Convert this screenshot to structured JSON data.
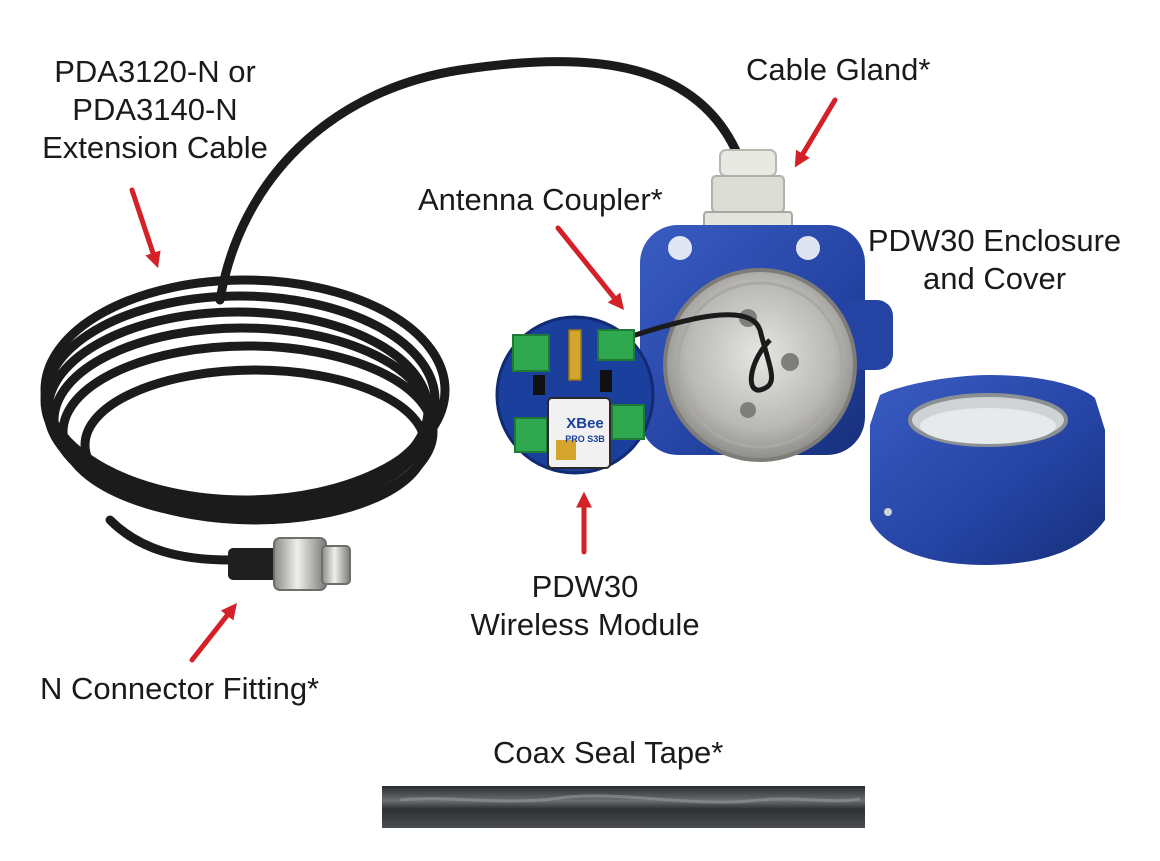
{
  "labels": {
    "extension_cable": {
      "line1": "PDA3120-N or",
      "line2": "PDA3140-N",
      "line3": "Extension Cable"
    },
    "cable_gland": "Cable Gland*",
    "antenna_coupler": "Antenna Coupler*",
    "enclosure": {
      "line1": "PDW30 Enclosure",
      "line2": "and Cover"
    },
    "wireless_module": {
      "line1": "PDW30",
      "line2": "Wireless Module"
    },
    "n_connector": "N Connector Fitting*",
    "coax_tape": "Coax Seal Tape*"
  },
  "module_chip": {
    "brand": "XBee",
    "model": "PRO S3B"
  },
  "colors": {
    "arrow": "#d42027",
    "enclosure_blue": "#2747a6",
    "pcb_blue": "#1b3f9c",
    "terminal_green": "#2fa84f",
    "cable_black": "#1b1b1b",
    "metal": "#c9c9c7",
    "tape": "#3a3d40"
  }
}
